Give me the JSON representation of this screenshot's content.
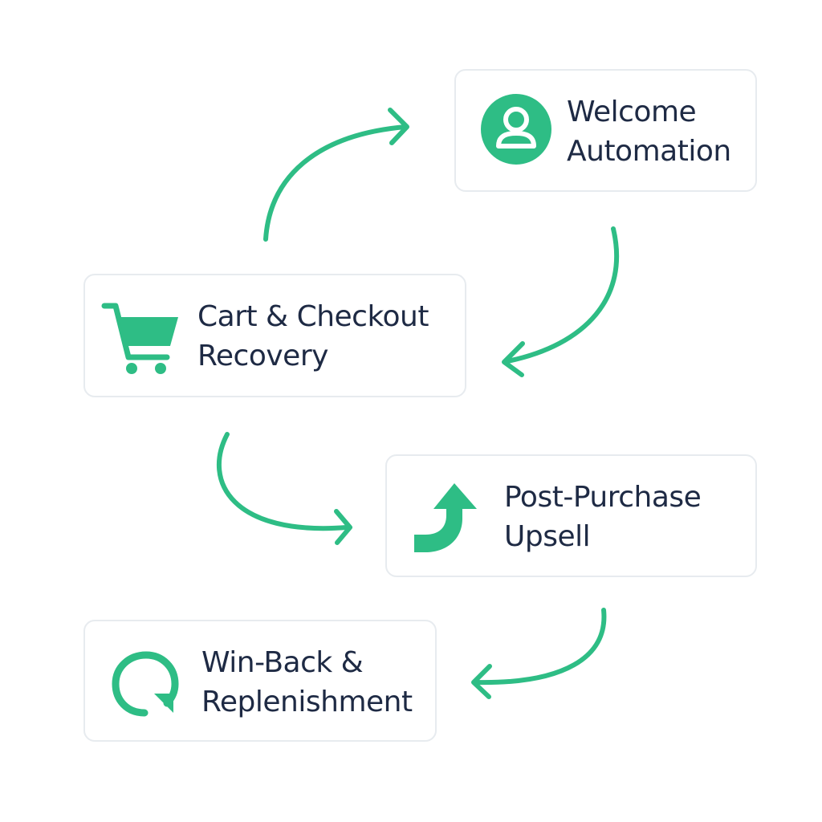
{
  "colors": {
    "accent": "#2ebd85",
    "text": "#1e2a44",
    "card_border": "#e7ebef",
    "background": "#ffffff"
  },
  "steps": [
    {
      "id": "welcome",
      "icon": "user-circle-icon",
      "lines": [
        "Welcome",
        "Automation"
      ]
    },
    {
      "id": "cart",
      "icon": "shopping-cart-icon",
      "lines": [
        "Cart & Checkout",
        "Recovery"
      ]
    },
    {
      "id": "upsell",
      "icon": "up-turn-arrow-icon",
      "lines": [
        "Post-Purchase",
        "Upsell"
      ]
    },
    {
      "id": "winback",
      "icon": "refresh-icon",
      "lines": [
        "Win-Back &",
        "Replenishment"
      ]
    }
  ]
}
